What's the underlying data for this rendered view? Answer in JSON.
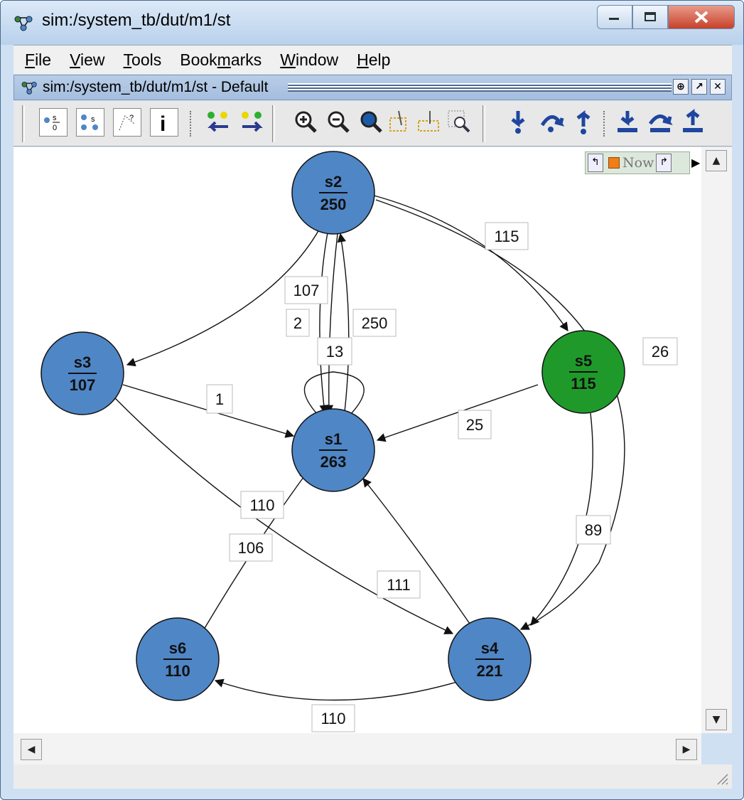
{
  "window": {
    "title": "sim:/system_tb/dut/m1/st"
  },
  "menubar": {
    "items": [
      {
        "label": "File",
        "mnemonic": "F",
        "rest": "ile"
      },
      {
        "label": "View",
        "mnemonic": "V",
        "rest": "iew"
      },
      {
        "label": "Tools",
        "mnemonic": "T",
        "rest": "ools"
      },
      {
        "label": "Bookmarks",
        "pre": "Book",
        "mnemonic": "m",
        "rest": "arks"
      },
      {
        "label": "Window",
        "mnemonic": "W",
        "rest": "indow"
      },
      {
        "label": "Help",
        "mnemonic": "H",
        "rest": "elp"
      }
    ]
  },
  "subwindow": {
    "title": "sim:/system_tb/dut/m1/st - Default"
  },
  "time_control": {
    "label": "Now"
  },
  "graph": {
    "node_color": "#4f86c6",
    "active_node_color": "#1f9a2a",
    "nodes": [
      {
        "id": "s1",
        "value": "263",
        "active": false
      },
      {
        "id": "s2",
        "value": "250",
        "active": false
      },
      {
        "id": "s3",
        "value": "107",
        "active": false
      },
      {
        "id": "s4",
        "value": "221",
        "active": false
      },
      {
        "id": "s5",
        "value": "115",
        "active": true
      },
      {
        "id": "s6",
        "value": "110",
        "active": false
      }
    ],
    "edge_labels": {
      "s2_s5": "115",
      "s2_s1_left": "107",
      "s2_s1_small": "2",
      "s1_s2": "250",
      "s1_self": "13",
      "s2_s4": "26",
      "s3_s1": "1",
      "s5_s1": "25",
      "s3_s4": "110",
      "s6_s1": "106",
      "s5_s4": "89",
      "s4_s1": "111",
      "s4_s6": "110"
    }
  },
  "colors": {
    "titlebar": "#c5d9f0",
    "close_button": "#c7412b"
  }
}
